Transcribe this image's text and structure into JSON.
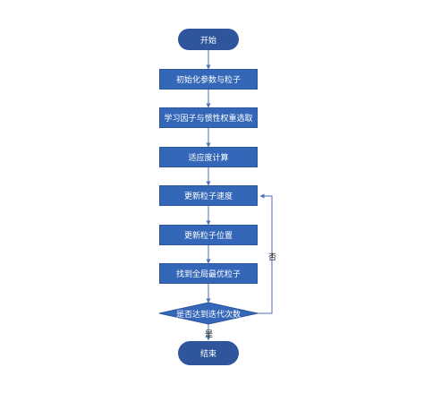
{
  "nodes": {
    "start": "开始",
    "init": "初始化参数与粒子",
    "learn": "学习因子与惯性权重选取",
    "fitness": "适应度计算",
    "update_velocity": "更新粒子速度",
    "update_position": "更新粒子位置",
    "find_best": "找到全局最优粒子",
    "decision": "是否达到迭代次数",
    "end": "结束"
  },
  "edges": {
    "yes_label": "是",
    "no_label": "否"
  },
  "colors": {
    "terminal_fill": "#2f569c",
    "process_fill": "#3467b8",
    "connector": "#4a72b8"
  }
}
